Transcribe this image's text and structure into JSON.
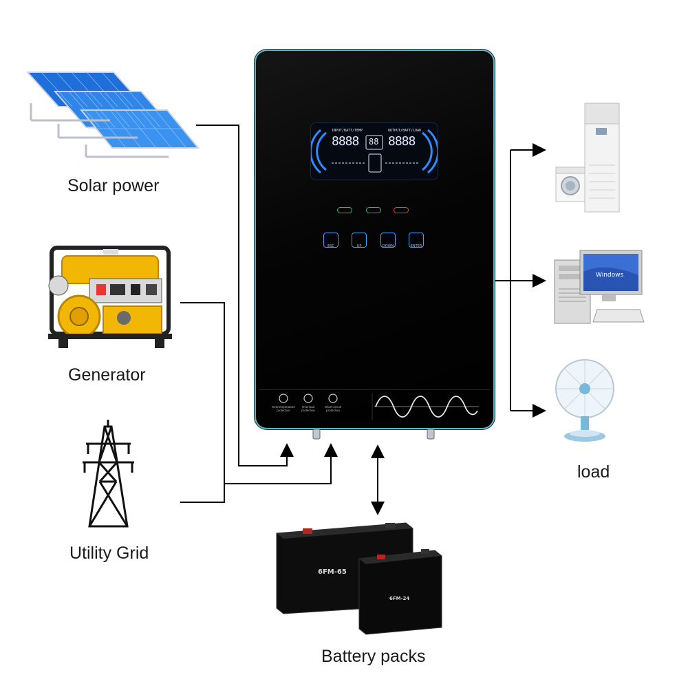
{
  "labels": {
    "solar": "Solar power",
    "generator": "Generator",
    "grid": "Utility Grid",
    "load": "load",
    "battery": "Battery packs"
  },
  "inverter": {
    "lcd": {
      "input_header": "INPUT/BATT/TEMP",
      "output_header": "OUTPUT/BATT/LOAD",
      "left_digits": "8888",
      "mid_digits": "88",
      "right_digits": "8888"
    },
    "buttons": [
      "ESC",
      "UP",
      "DOWN",
      "ENTER"
    ],
    "protections": [
      "Overtemperature protection",
      "Overload protection",
      "Short-circuit protection"
    ]
  },
  "batteries": {
    "large_model": "6FM-65",
    "small_model": "6FM-24"
  },
  "monitor_brand": "Windows",
  "colors": {
    "accent_blue": "#3aa0ff",
    "frame_cyan": "#5fb8c9",
    "led_green": "#22c55e",
    "led_red": "#ef4444",
    "generator_yellow": "#f2b705"
  }
}
